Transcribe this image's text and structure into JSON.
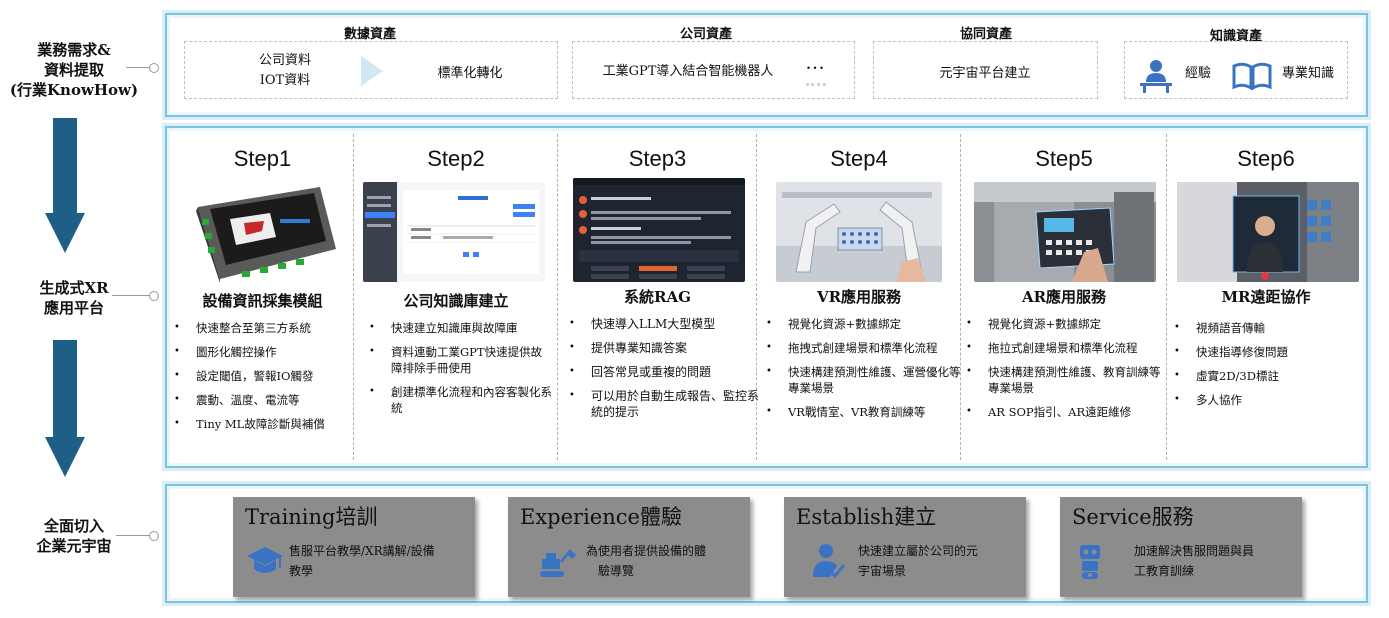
{
  "left_labels": {
    "top": [
      "業務需求&",
      "資料提取",
      "(行業KnowHow)"
    ],
    "middle": [
      "生成式XR",
      "應用平台"
    ],
    "bottom": [
      "全面切入",
      "企業元宇宙"
    ]
  },
  "assets": {
    "data": {
      "title": "數據資產",
      "source": [
        "公司資料",
        "IOT資料"
      ],
      "target": "標準化轉化"
    },
    "company": {
      "title": "公司資產",
      "text": "工業GPT導入結合智能機器人",
      "more": "..."
    },
    "collab": {
      "title": "協同資產",
      "text": "元宇宙平台建立"
    },
    "knowledge": {
      "title": "知識資產",
      "items": [
        {
          "icon": "person-at-desk-icon",
          "label": "經驗"
        },
        {
          "icon": "open-book-icon",
          "label": "專業知識"
        }
      ]
    }
  },
  "steps": [
    {
      "label": "Step1",
      "name": "設備資訊採集模組",
      "image": "data-collector-device",
      "bullets": [
        "快速整合至第三方系統",
        "圖形化觸控操作",
        "設定閾值，警報IO觸發",
        "震動、溫度、電流等",
        "Tiny ML故障診斷與補償"
      ]
    },
    {
      "label": "Step2",
      "name": "公司知識庫建立",
      "image": "knowledge-base-screenshot",
      "bullets": [
        "快速建立知識庫與故障庫",
        "資料連動工業GPT快速提供故障排除手冊使用",
        "創建標準化流程和內容客製化系統"
      ]
    },
    {
      "label": "Step3",
      "name": "系統RAG",
      "image": "rag-chat-screenshot",
      "bullets": [
        "快速導入LLM大型模型",
        "提供專業知識答案",
        "回答常見或重複的問題",
        "可以用於自動生成報告、監控系統的提示"
      ]
    },
    {
      "label": "Step4",
      "name": "VR應用服務",
      "image": "vr-robot-arm-scene",
      "bullets": [
        "視覺化資源+數據綁定",
        "拖拽式創建場景和標準化流程",
        "快速構建預測性維護、運營優化等專業場景",
        "VR戰情室、VR教育訓練等"
      ]
    },
    {
      "label": "Step5",
      "name": "AR應用服務",
      "image": "ar-machine-panel-photo",
      "bullets": [
        "視覺化資源+數據綁定",
        "拖拉式創建場景和標準化流程",
        "快速構建預測性維護、教育訓練等專業場景",
        "AR SOP指引、AR遠距維修"
      ]
    },
    {
      "label": "Step6",
      "name": "MR遠距協作",
      "image": "mr-remote-assist-photo",
      "bullets": [
        "視頻語音傳輸",
        "快速指導修復問題",
        "虛實2D/3D標註",
        "多人協作"
      ]
    }
  ],
  "services": [
    {
      "title": "Training培訓",
      "icon": "graduation-cap-icon",
      "desc": [
        "售服平台教學/XR講解/設備",
        "教學"
      ]
    },
    {
      "title": "Experience體驗",
      "icon": "excavator-icon",
      "desc": [
        "為使用者提供設備的體",
        "驗導覽"
      ]
    },
    {
      "title": "Establish建立",
      "icon": "user-check-icon",
      "desc": [
        "快速建立屬於公司的元",
        "宇宙場景"
      ]
    },
    {
      "title": "Service服務",
      "icon": "robot-icon",
      "desc": [
        "加速解決售服問題與員",
        "工教育訓練"
      ]
    }
  ],
  "colors": {
    "arrow": "#1f5f86",
    "panel_border": "#7ec3dd",
    "card": "#8c8c8c",
    "icon_blue": "#3a73c4"
  }
}
